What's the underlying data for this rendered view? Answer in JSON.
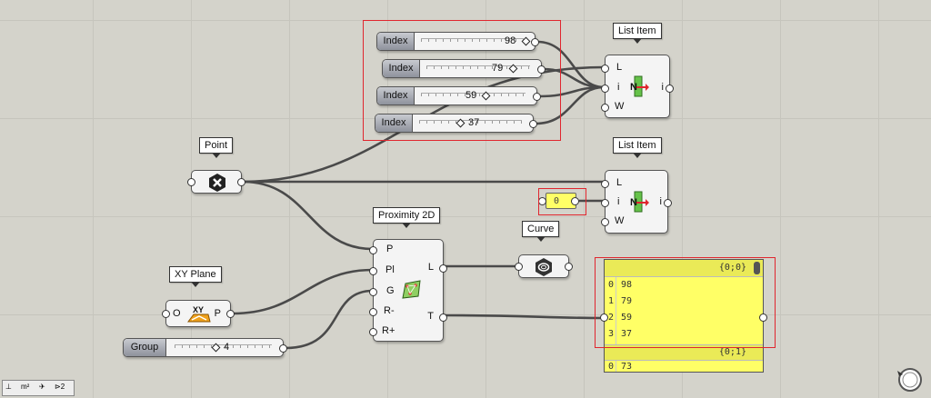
{
  "sliders": [
    {
      "label": "Index",
      "value": "98"
    },
    {
      "label": "Index",
      "value": "79"
    },
    {
      "label": "Index",
      "value": "59"
    },
    {
      "label": "Index",
      "value": "37"
    },
    {
      "label": "Group",
      "value": "4"
    }
  ],
  "list_item_1": {
    "title": "List Item",
    "inputs": [
      "L",
      "i",
      "W"
    ],
    "output": "i"
  },
  "list_item_2": {
    "title": "List Item",
    "inputs": [
      "L",
      "i",
      "W"
    ],
    "output": "i"
  },
  "point": {
    "title": "Point"
  },
  "proximity": {
    "title": "Proximity 2D",
    "inputs": [
      "P",
      "Pl",
      "G",
      "R-",
      "R+"
    ],
    "outputs": [
      "L",
      "T"
    ]
  },
  "xy_plane": {
    "title": "XY Plane",
    "input": "O",
    "output": "P",
    "icon_text": "XY"
  },
  "curve": {
    "title": "Curve"
  },
  "panel_zero": {
    "value": "0"
  },
  "panel": {
    "branch1": "{0;0}",
    "rows": [
      {
        "i": "0",
        "v": "98"
      },
      {
        "i": "1",
        "v": "79"
      },
      {
        "i": "2",
        "v": "59"
      },
      {
        "i": "3",
        "v": "37"
      }
    ],
    "branch2": "{0;1}",
    "row_next": {
      "i": "0",
      "v": "73"
    }
  },
  "toolbar": {
    "labels": [
      "⊥",
      "m²",
      "✈",
      "⊳2"
    ]
  },
  "colors": {
    "wire": "#4a4a4a",
    "highlight": "#e0262e",
    "panel": "#ffff66",
    "canvas": "#d4d3cb"
  }
}
